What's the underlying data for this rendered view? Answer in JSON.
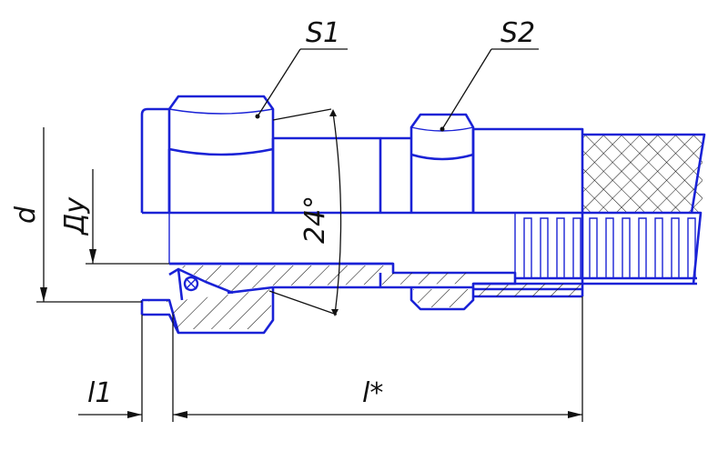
{
  "labels": {
    "nut_size": "S1",
    "fitting_size": "S2",
    "angle": "24°",
    "outer_diameter": "d",
    "nominal_bore": "Ду",
    "length_short": "l1",
    "length_main": "l*"
  },
  "colors": {
    "contour": "#1a22d6",
    "dimension": "#111111",
    "background": "#ffffff"
  }
}
